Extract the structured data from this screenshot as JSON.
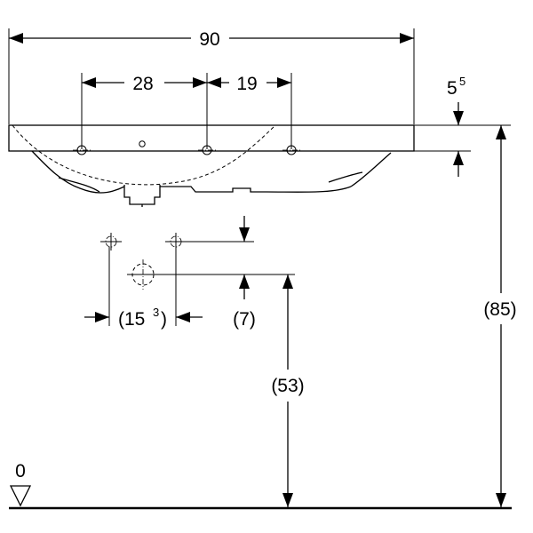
{
  "drawing": {
    "subject": "washbasin dimension drawing",
    "unit": "cm",
    "labels": {
      "width_total": "90",
      "tap_hole_left": "28",
      "tap_hole_right": "19",
      "rim_thickness_base": "5",
      "rim_thickness_sup": "5",
      "waste_spacing_base": "(15",
      "waste_spacing_sup": "3",
      "waste_spacing_close": ")",
      "waste_height_offset": "(7)",
      "waste_height": "(53)",
      "rim_height": "(85)",
      "floor_level": "0"
    }
  }
}
